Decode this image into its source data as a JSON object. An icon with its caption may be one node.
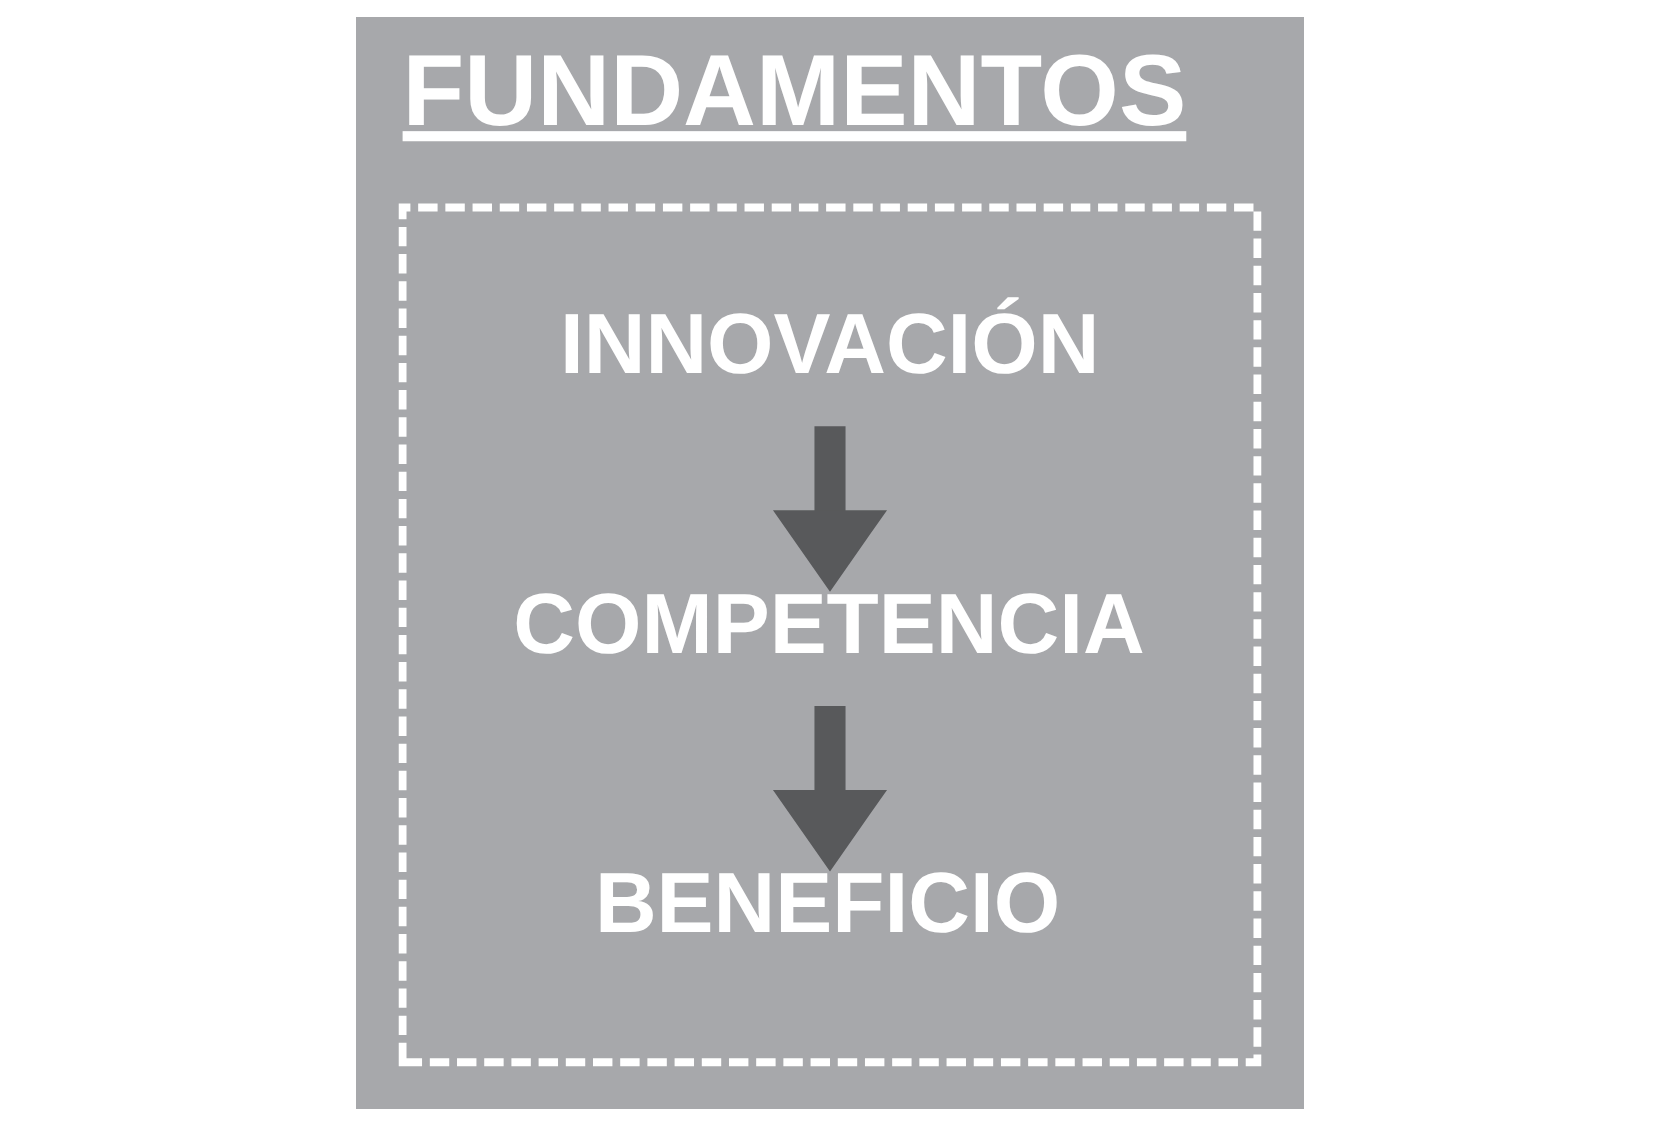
{
  "diagram": {
    "title": "FUNDAMENTOS",
    "nodes": [
      {
        "text": [],
        "shape": "box"
      },
      {
        "text": [
          "INNOVACIÓN"
        ],
        "in": 0
      },
      {
        "text": [
          "COMPETENCIA"
        ],
        "in": 0
      },
      {
        "text": [
          "BENEFICIO"
        ],
        "in": 0
      }
    ],
    "edges": [
      {
        "from": 1,
        "to": 2,
        "arrow": "to"
      },
      {
        "from": 2,
        "to": 3,
        "arrow": "to"
      }
    ]
  }
}
